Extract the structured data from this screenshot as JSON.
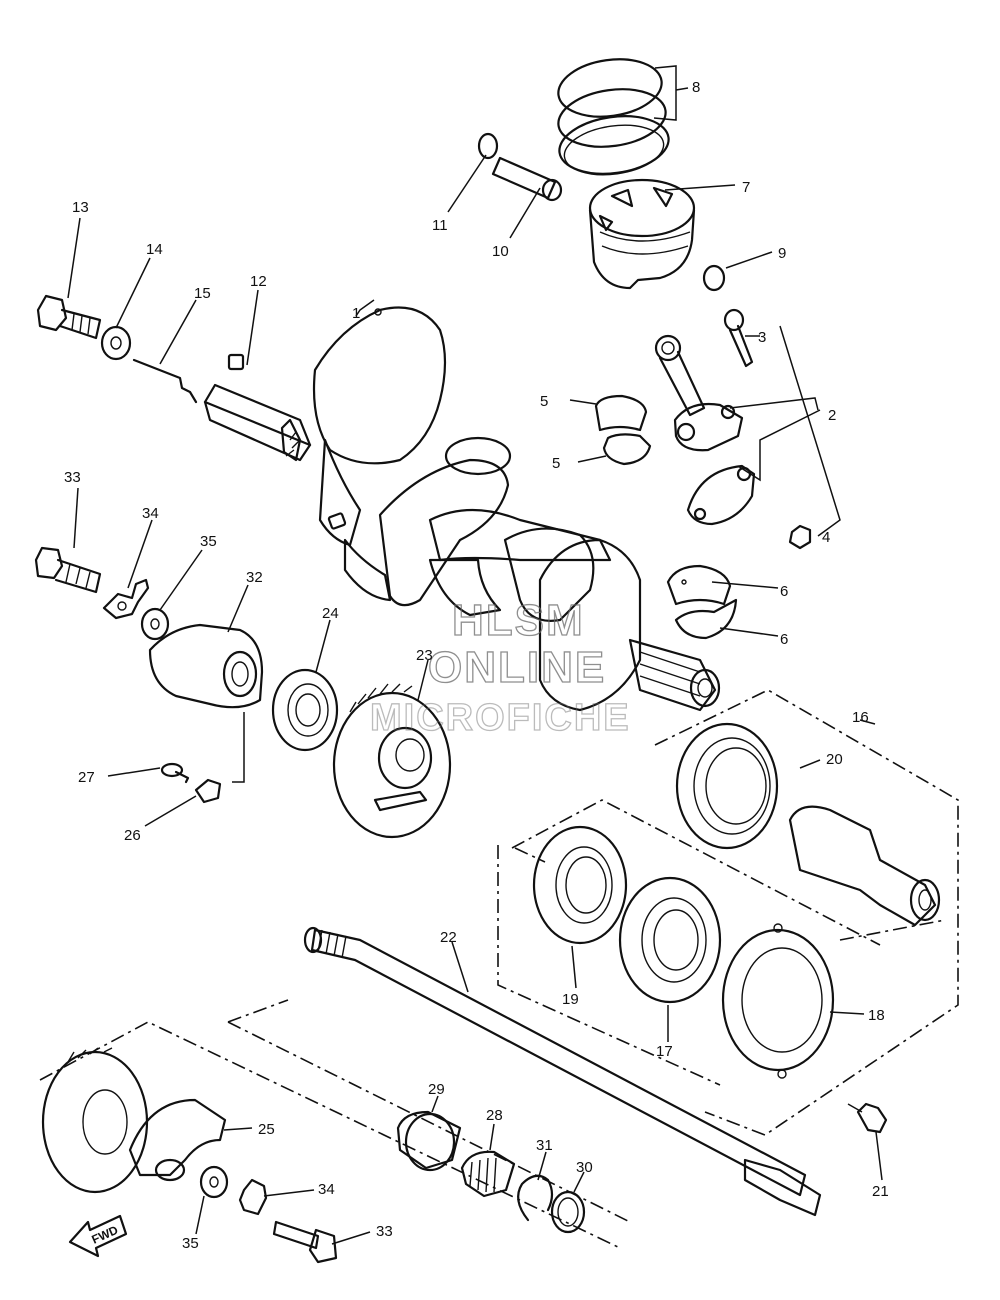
{
  "labels": {
    "p1": "1",
    "p2": "2",
    "p3": "3",
    "p4": "4",
    "p5a": "5",
    "p5b": "5",
    "p6a": "6",
    "p6b": "6",
    "p7": "7",
    "p8": "8",
    "p9": "9",
    "p10": "10",
    "p11": "11",
    "p12": "12",
    "p13": "13",
    "p14": "14",
    "p15": "15",
    "p16": "16",
    "p17": "17",
    "p18": "18",
    "p19": "19",
    "p20": "20",
    "p21": "21",
    "p22": "22",
    "p23": "23",
    "p24": "24",
    "p25": "25",
    "p26": "26",
    "p27": "27",
    "p28": "28",
    "p29": "29",
    "p30": "30",
    "p31": "31",
    "p32": "32",
    "p33a": "33",
    "p33b": "33",
    "p34a": "34",
    "p34b": "34",
    "p35a": "35",
    "p35b": "35"
  },
  "watermark": {
    "line1": "HLSM",
    "line2": "ONLINE",
    "line3": "MICROFICHE"
  },
  "fwd_arrow": "FWD"
}
